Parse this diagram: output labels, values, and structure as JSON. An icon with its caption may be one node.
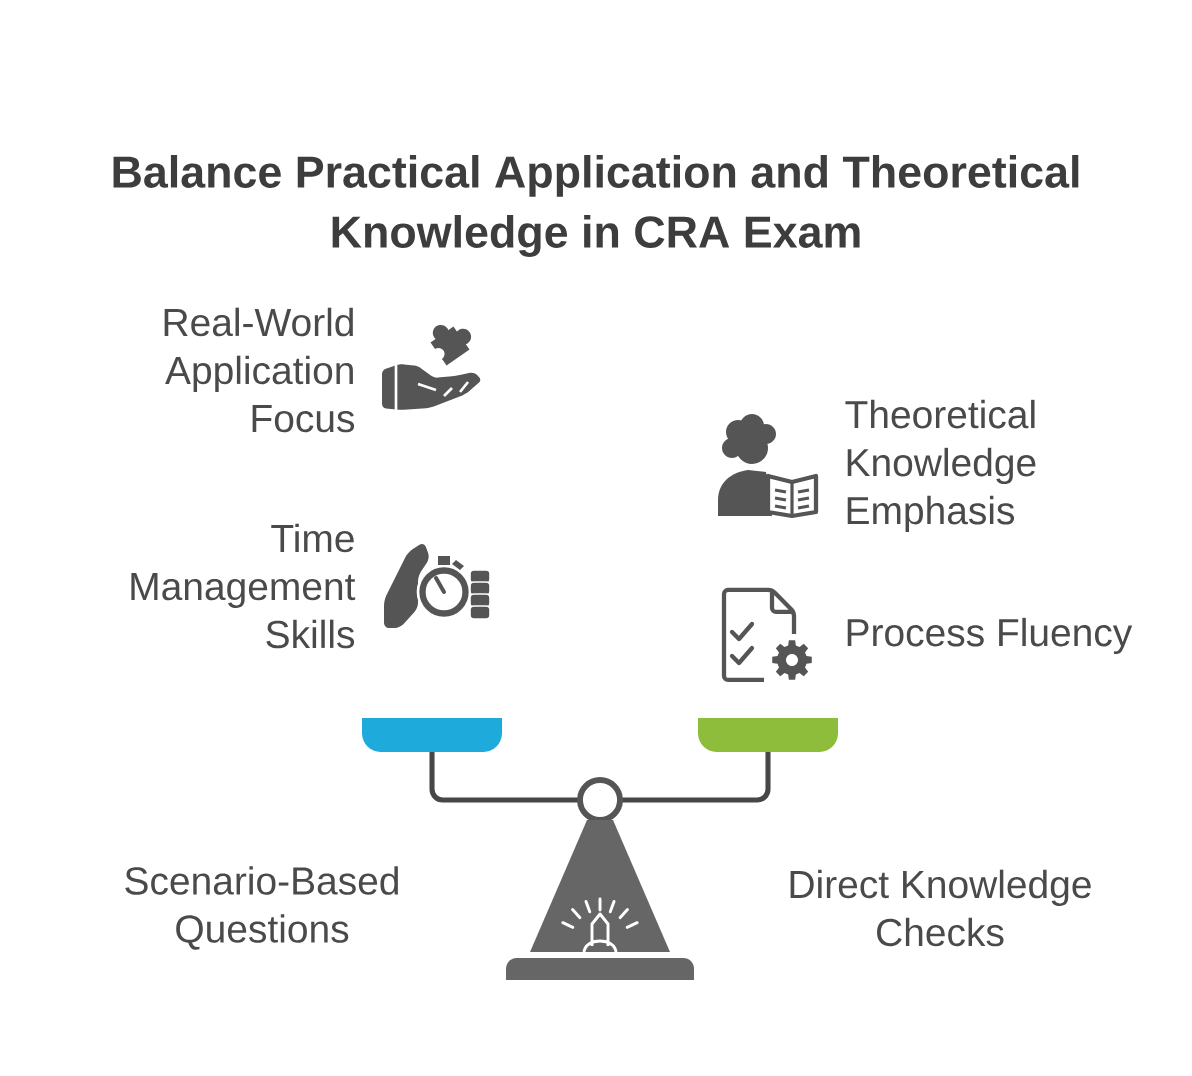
{
  "diagram": {
    "title": "Balance Practical Application and Theoretical Knowledge in CRA Exam",
    "labels": [
      "Real-World Application Focus",
      "Theoretical Knowledge Emphasis",
      "Time Management Skills",
      "Process Fluency",
      "Scenario-Based Questions",
      "Direct Knowledge Checks"
    ]
  }
}
